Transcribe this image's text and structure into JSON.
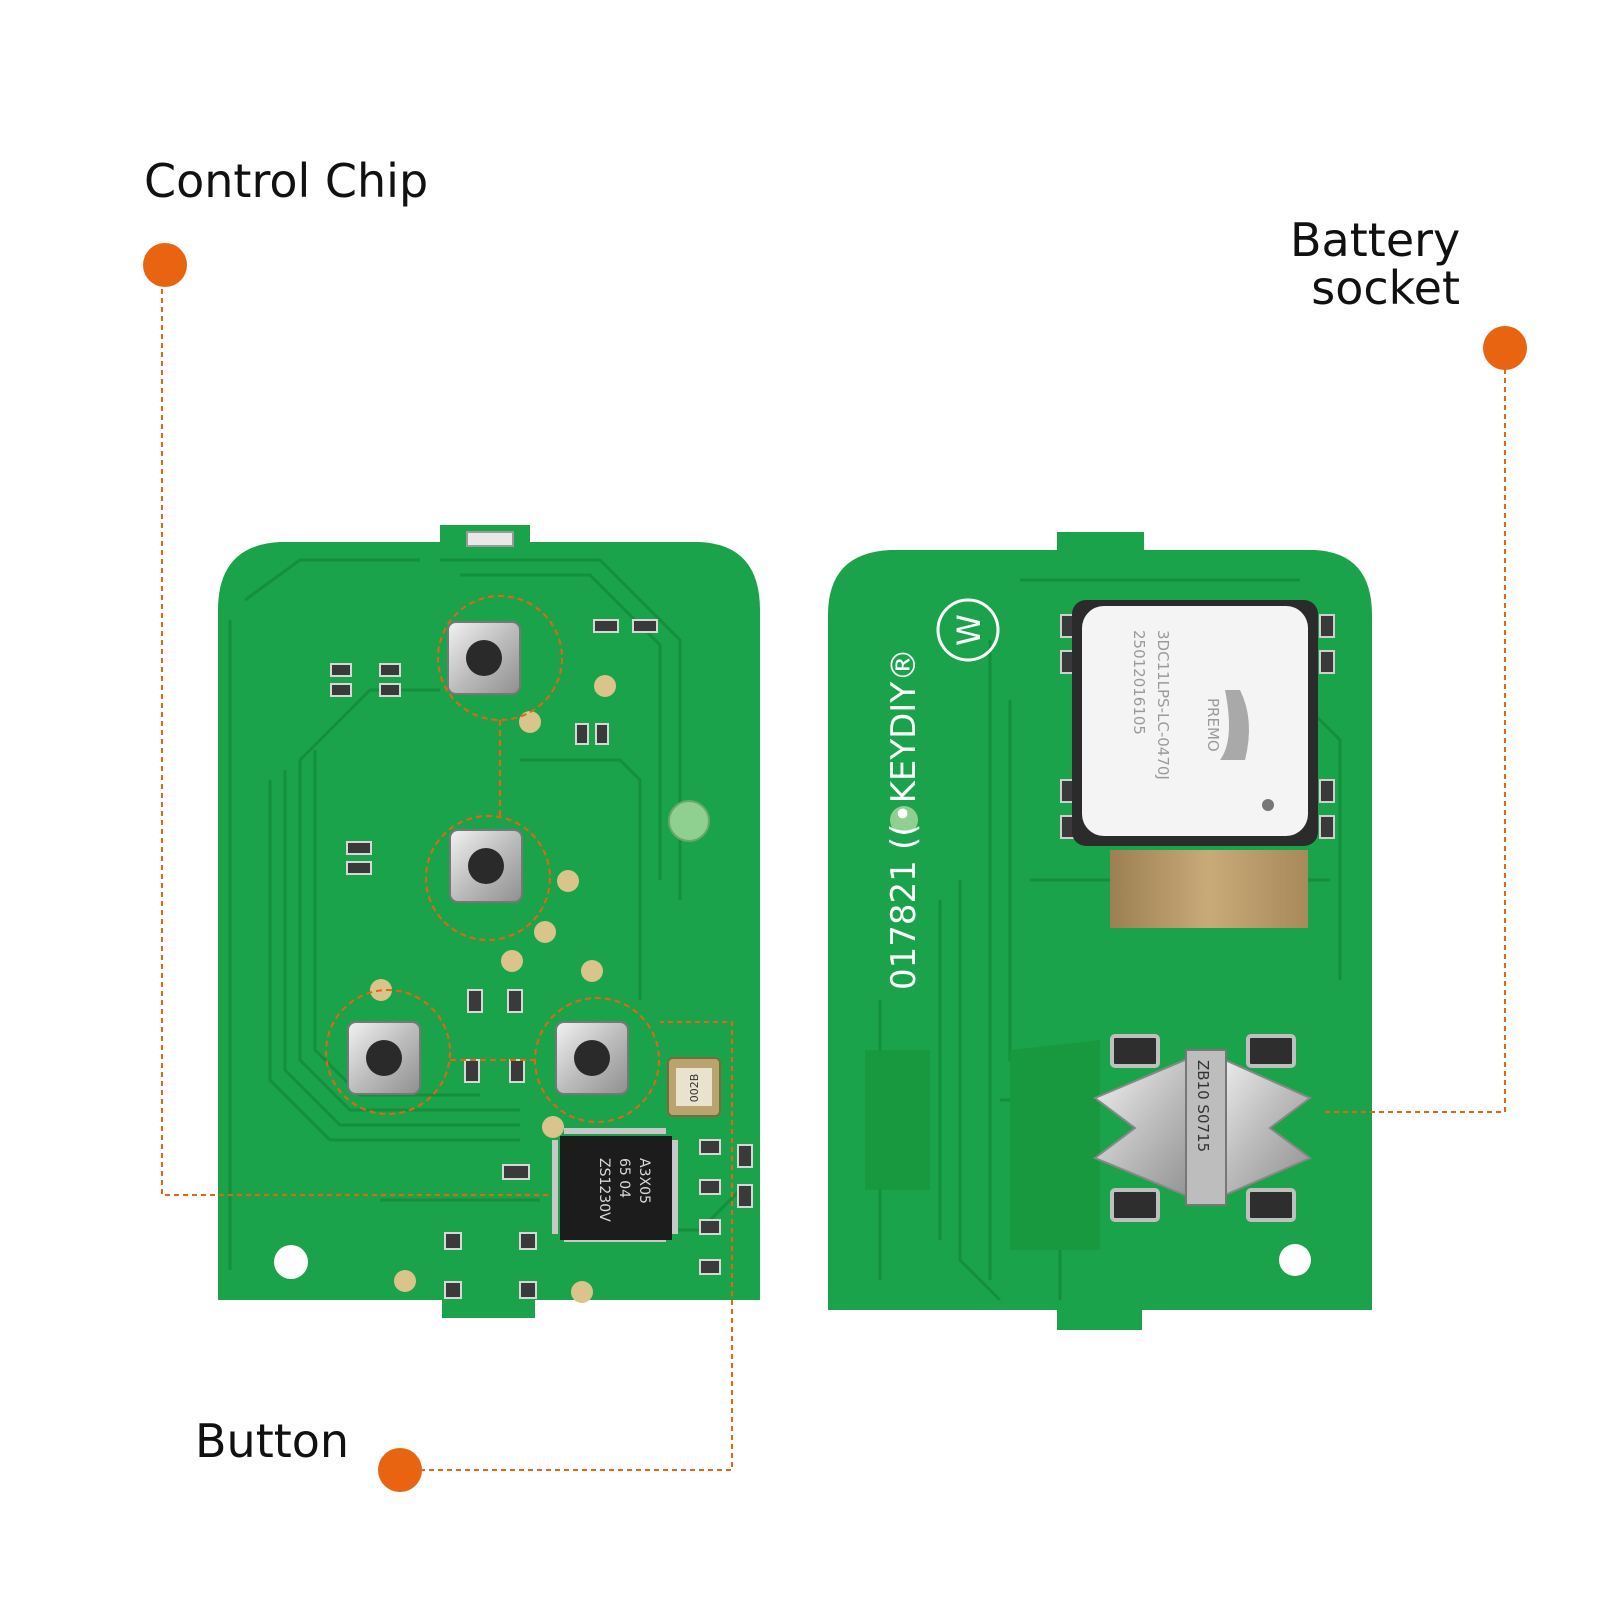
{
  "labels": {
    "control_chip": "Control Chip",
    "battery_socket_line1": "Battery",
    "battery_socket_line2": "socket",
    "button": "Button"
  },
  "pcb_markings": {
    "brand": "((•KEYDIY®",
    "serial": "017821",
    "w_mark": "W",
    "chip_text": [
      "A3X05",
      "65 04",
      "ZS1230V"
    ],
    "inductor_text": [
      "PREMO",
      "3DC11LPS-LC-0470J",
      "25012016105"
    ],
    "battery_clip_text": [
      "ZB10 S0715"
    ],
    "crystal_text": "002B"
  },
  "colors": {
    "pcb_green": "#1aa34a",
    "trace_green": "#148f3d",
    "callout_orange": "#e86411",
    "gold_pad": "#d9c48b",
    "metal": "#c9c9c9"
  }
}
